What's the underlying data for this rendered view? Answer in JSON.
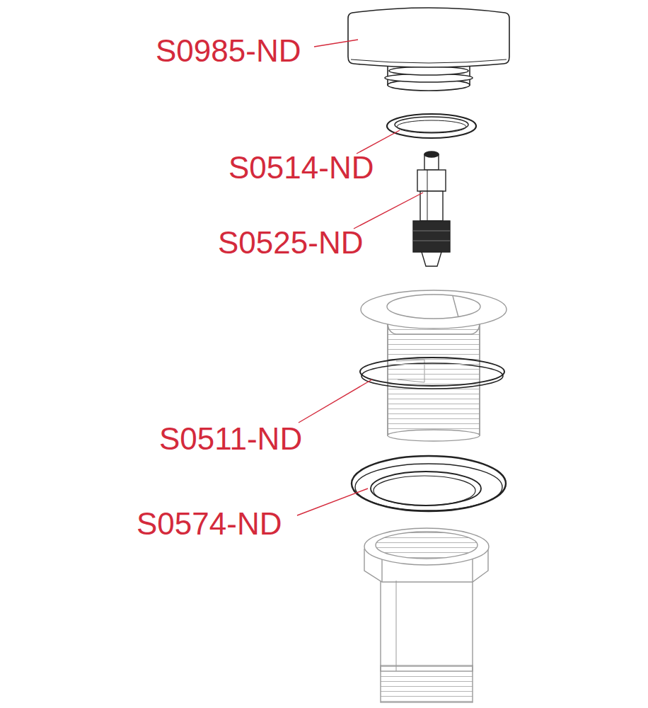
{
  "diagram": {
    "labels": [
      "S0985-ND",
      "S0514-ND",
      "S0525-ND",
      "S0511-ND",
      "S0574-ND"
    ]
  }
}
